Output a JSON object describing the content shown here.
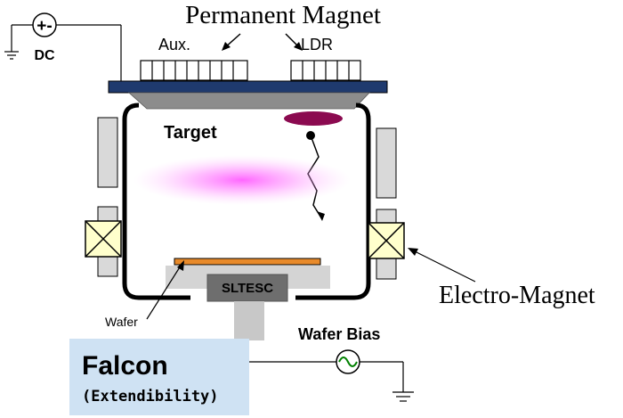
{
  "labels": {
    "permanent_magnet": "Permanent Magnet",
    "aux": "Aux.",
    "ldr": "LDR",
    "dc_symbol": "+-",
    "dc": "DC",
    "target": "Target",
    "sltesc": "SLTESC",
    "wafer": "Wafer",
    "electro_magnet": "Electro-Magnet",
    "wafer_bias": "Wafer Bias",
    "falcon": "Falcon",
    "extendibility": "(Extendibility)"
  },
  "colors": {
    "target_plate": "#1f3a6e",
    "target_shadow": "#8c8c8c",
    "chamber_wall": "#000000",
    "magnet_coil": "#d9d9d9",
    "coil_cross": "#ffffcc",
    "wafer": "#e88a2a",
    "chuck": "#6e6e6e",
    "chuck_base": "#d4d4d4",
    "plasma": "#ff66ff",
    "ldr_spot": "#8b0a50",
    "falcon_box": "#cfe2f3"
  }
}
